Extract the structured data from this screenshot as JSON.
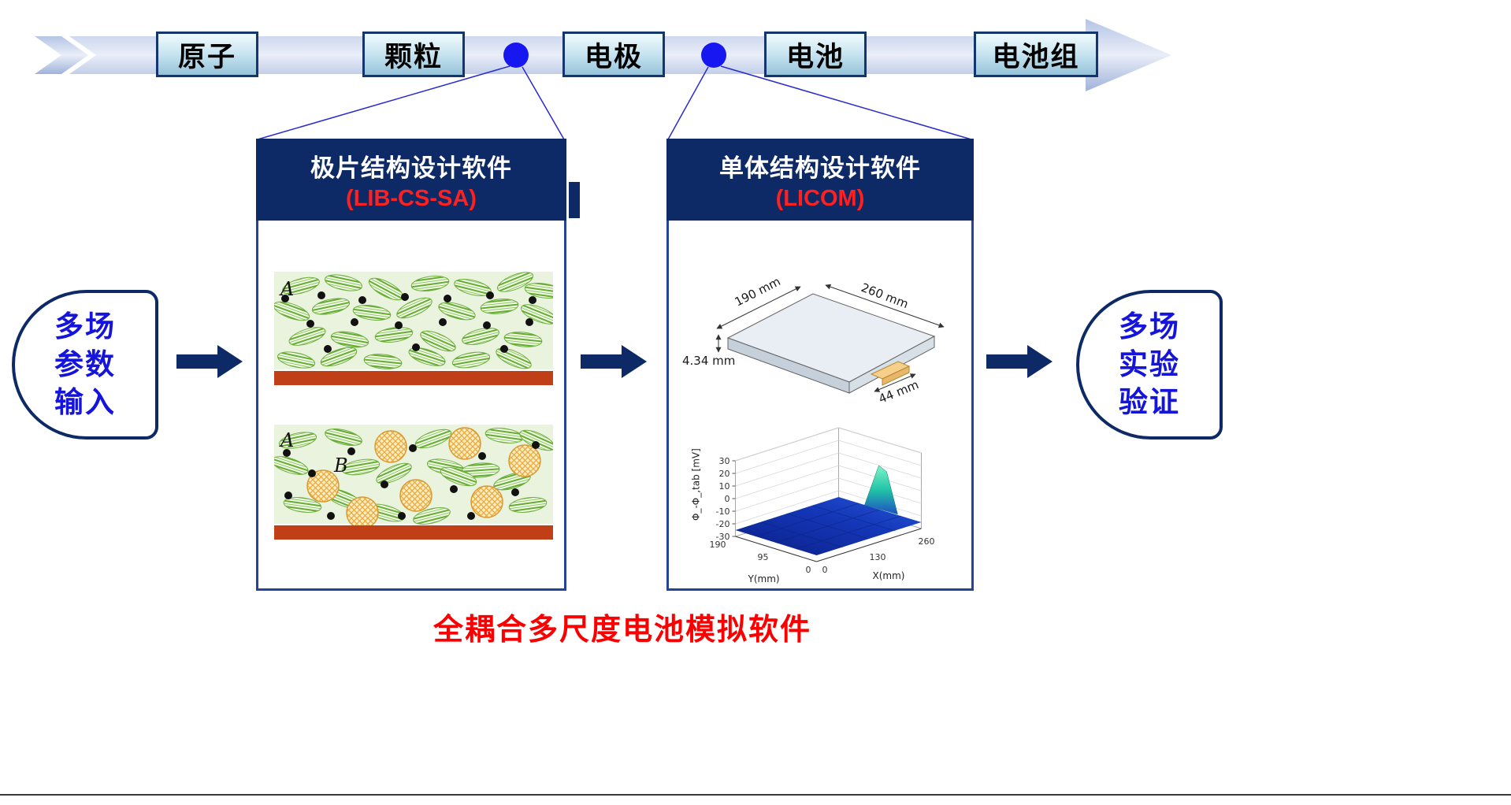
{
  "colors": {
    "navy": "#0d2a66",
    "red_accent": "#fb0000",
    "blue_text": "#1414dc",
    "dot_blue": "#1717ef",
    "collector_red": "#c03f16"
  },
  "timeline": {
    "stages": [
      {
        "label": "原子"
      },
      {
        "label": "颗粒"
      },
      {
        "label": "电极"
      },
      {
        "label": "电池"
      },
      {
        "label": "电池组"
      }
    ]
  },
  "electrode_panel": {
    "title": "极片结构设计软件",
    "subtitle": "(LIB-CS-SA)",
    "micro_top": {
      "label_a": "A"
    },
    "micro_bottom": {
      "label_a": "A",
      "label_b": "B"
    }
  },
  "cell_panel": {
    "title": "单体结构设计软件",
    "subtitle": "(LICOM)",
    "cell_dims": {
      "width": "190 mm",
      "length": "260 mm",
      "thickness": "4.34 mm",
      "tab": "44 mm"
    },
    "surface_plot": {
      "z_label": "Φ_-Φ_,tab [mV]",
      "z_ticks": [
        "30",
        "20",
        "10",
        "0",
        "-10",
        "-20",
        "-30"
      ],
      "y_label": "Y(mm)",
      "y_ticks": [
        "190",
        "95",
        "0"
      ],
      "x_label": "X(mm)",
      "x_ticks": [
        "0",
        "130",
        "260"
      ]
    }
  },
  "input_shape": {
    "lines": [
      "多场",
      "参数",
      "输入"
    ]
  },
  "output_shape": {
    "lines": [
      "多场",
      "实验",
      "验证"
    ]
  },
  "caption": "全耦合多尺度电池模拟软件"
}
